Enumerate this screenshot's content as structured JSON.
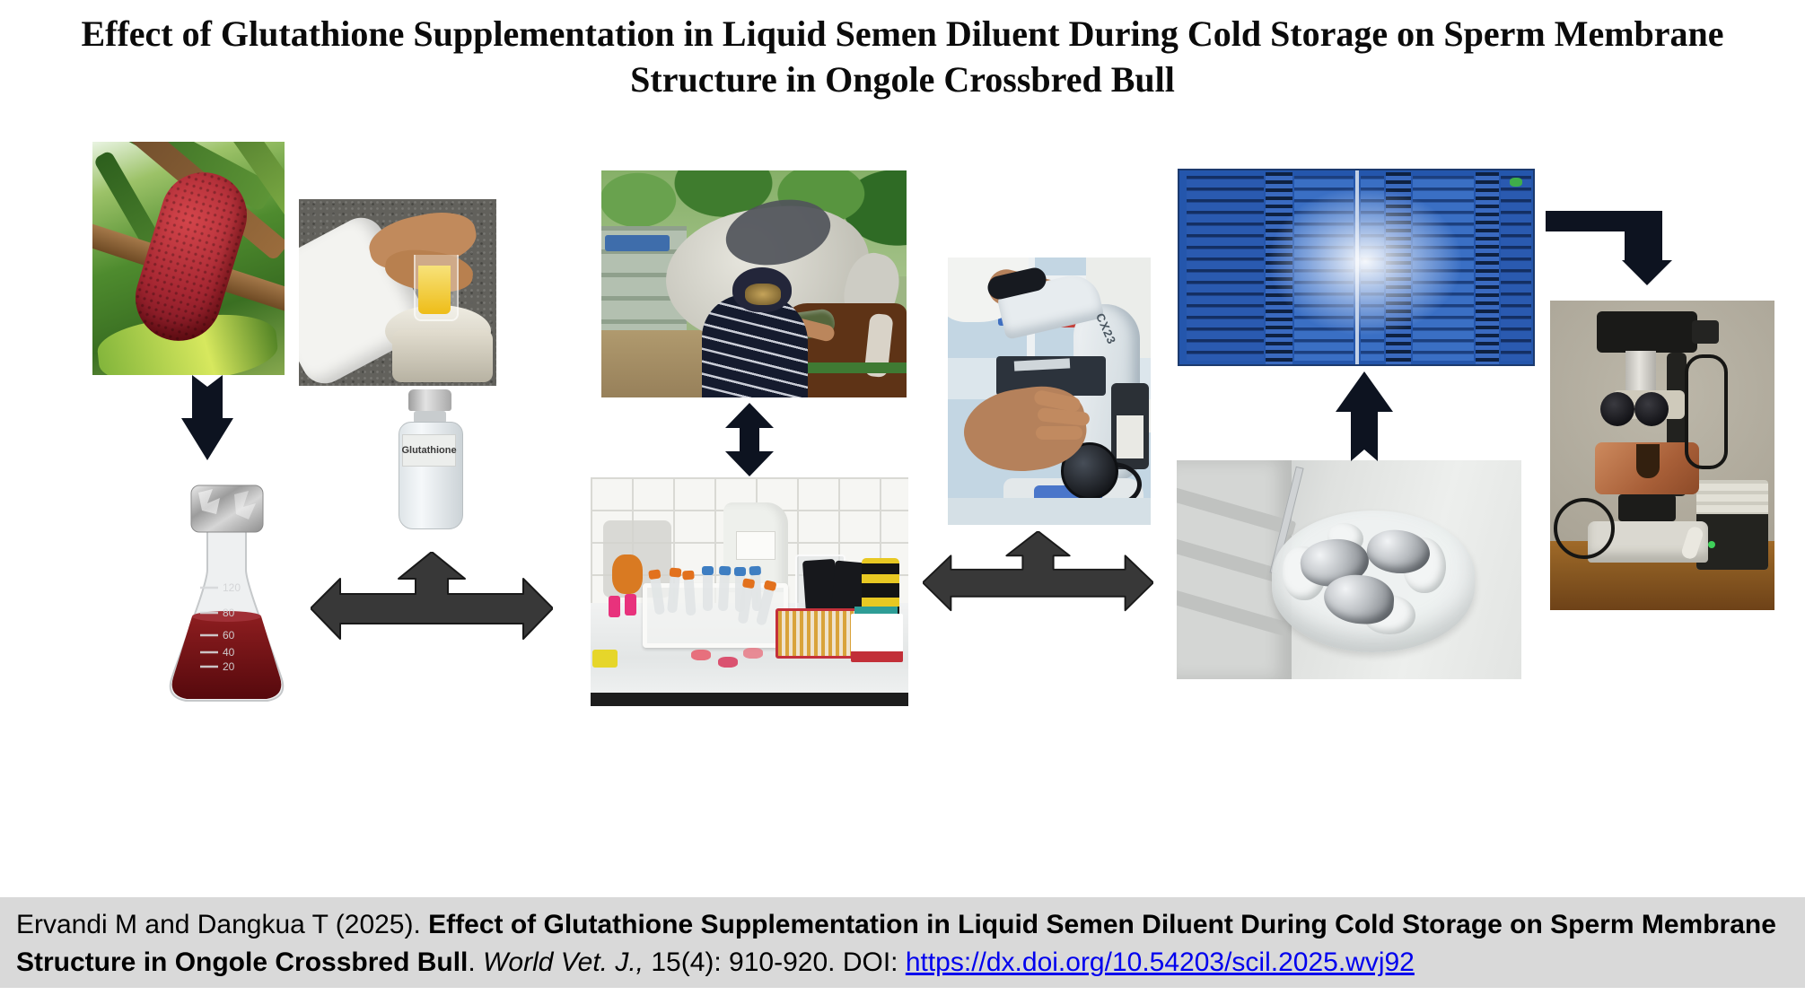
{
  "title": {
    "line1": "Effect of Glutathione Supplementation in Liquid Semen Diluent During Cold Storage on Sperm Membrane",
    "line2": "Structure in Ongole Crossbred Bull"
  },
  "figure": {
    "vial_label": "Glutathione",
    "microscope_model": "CX23",
    "flask_graduations": [
      "120",
      "80",
      "60",
      "40",
      "20"
    ]
  },
  "citation": {
    "prefix": "Ervandi M and Dangkua T (2025). ",
    "article_title": "Effect of Glutathione Supplementation in Liquid Semen Diluent During Cold Storage on Sperm Membrane Structure in Ongole Crossbred Bull",
    "separator": ". ",
    "journal": "World Vet. J.,",
    "volume_pages": " 15(4): 910-920. DOI: ",
    "doi_url": "https://dx.doi.org/10.54203/scil.2025.wvj92"
  },
  "colors": {
    "citation_bar_bg": "#d9d9d9",
    "link_blue": "#0000ee",
    "arrow_gray": "#383838",
    "arrow_black": "#0d1320",
    "straw_blue": "#2456ac"
  }
}
